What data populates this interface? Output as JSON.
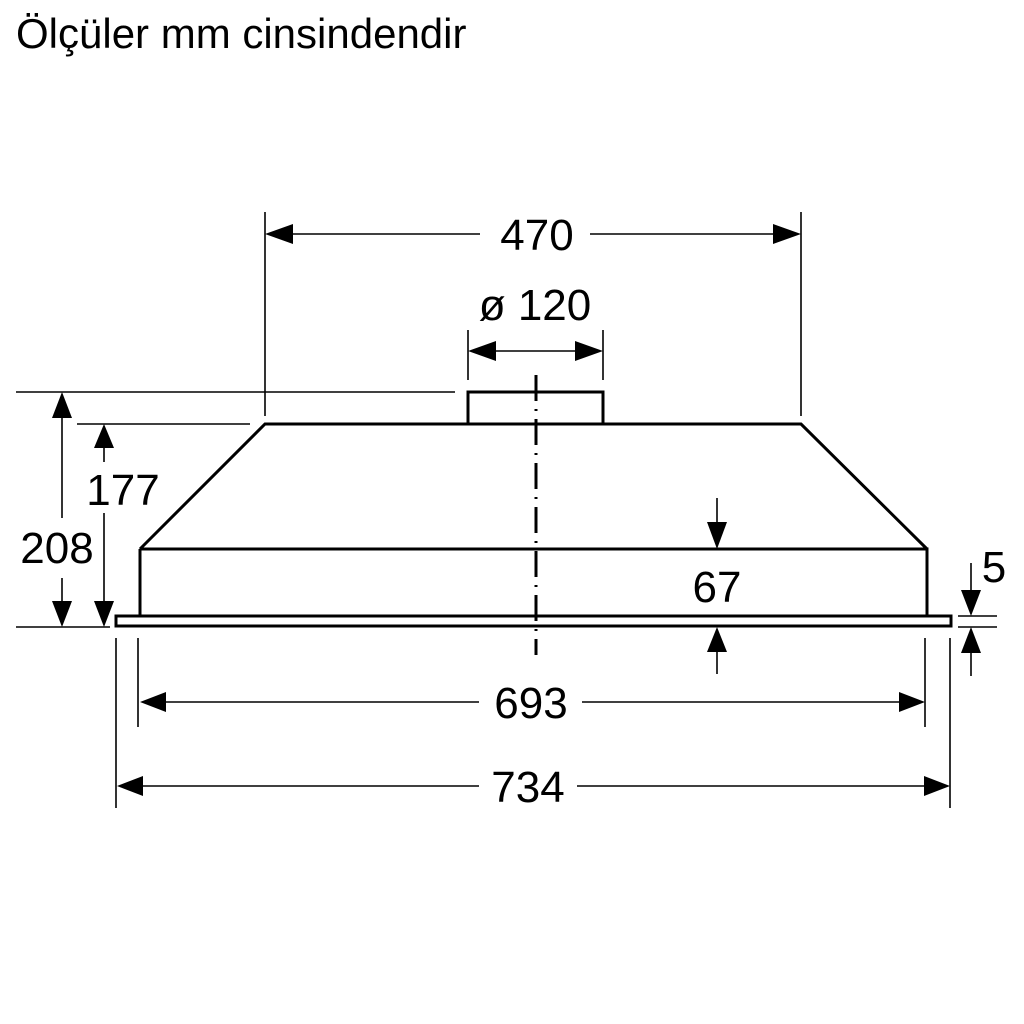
{
  "title": "Ölçüler mm cinsindendir",
  "units": "mm",
  "dimensions": {
    "top_width": "470",
    "duct_diameter": "ø 120",
    "total_height": "208",
    "body_height": "177",
    "lower_section_height": "67",
    "flange_thickness": "5",
    "inner_width": "693",
    "outer_width": "734"
  },
  "colors": {
    "line": "#000000",
    "background": "#ffffff"
  }
}
